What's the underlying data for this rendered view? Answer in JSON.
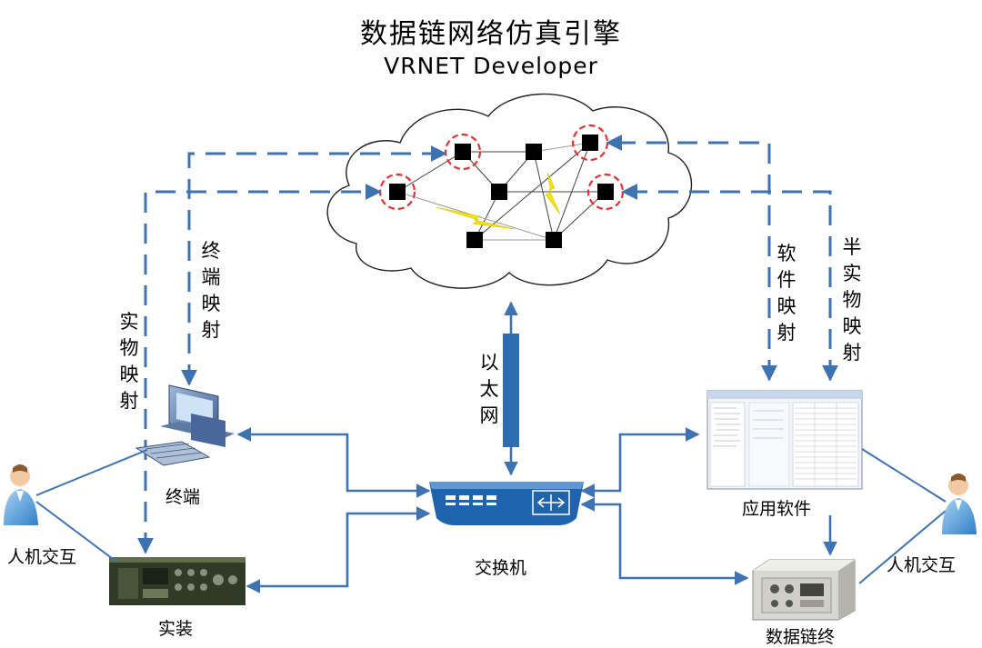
{
  "title": "数据链网络仿真引擎",
  "subtitle": "VRNET Developer",
  "labels": {
    "terminal_mapping": "终端映射",
    "physical_mapping": "实物映射",
    "software_mapping": "软件映射",
    "semi_physical_mapping": "半实物映射",
    "ethernet": "以太网",
    "terminal": "终端",
    "equipment": "实装",
    "switch": "交换机",
    "app_software": "应用软件",
    "datalink_terminal": "数据链终",
    "hci_left": "人机交互",
    "hci_right": "人机交互"
  },
  "colors": {
    "arrow": "#3f72b0",
    "ethernet_bar": "#2e6db0",
    "switch_body": "#1f63ac",
    "node": "#000000",
    "node_ring": "#e53030",
    "lightning": "#f5e400"
  },
  "icons": {
    "cloud": "cloud-icon",
    "computer": "desktop-computer-icon",
    "radio": "military-radio-icon",
    "switch": "network-switch-icon",
    "software": "software-window-icon",
    "datalink": "datalink-terminal-icon",
    "user": "person-icon"
  }
}
